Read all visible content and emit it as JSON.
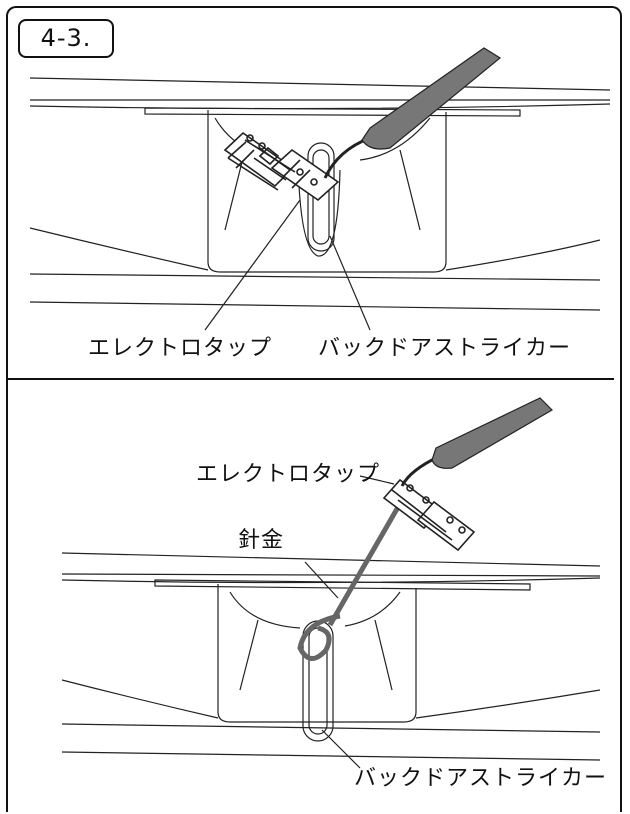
{
  "step": "4-3.",
  "panel_top": {
    "label_tap": "エレクトロタップ",
    "label_striker": "バックドアストライカー"
  },
  "panel_bottom": {
    "label_tap": "エレクトロタップ",
    "label_wire": "針金",
    "label_striker": "バックドアストライカー"
  }
}
